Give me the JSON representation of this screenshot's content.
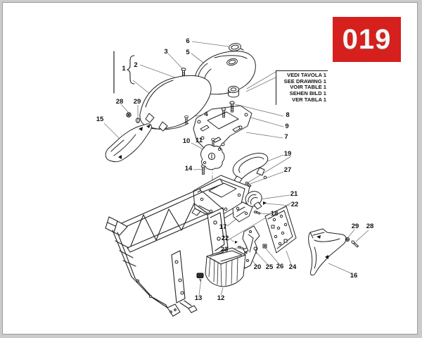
{
  "badge": {
    "number": "019"
  },
  "note_box": {
    "lines": [
      "VEDI TAVOLA 1",
      "SEE DRAWING 1",
      "VOIR TABLE 1",
      "SEHEN BILD 1",
      "VER TABLA 1"
    ]
  },
  "callouts": [
    "1",
    "2",
    "3",
    "6",
    "5",
    "28",
    "29",
    "15",
    "4",
    "8",
    "9",
    "7",
    "10",
    "11",
    "19",
    "14",
    "27",
    "21",
    "22",
    "18",
    "17",
    "22",
    "23",
    "20",
    "25",
    "26",
    "24",
    "13",
    "12",
    "29",
    "28",
    "16"
  ],
  "colors": {
    "badge_background": "#d6201e",
    "badge_text": "#f6f6f6",
    "drawing_line": "#232323",
    "leader_line": "#787878",
    "page_border": "#9d9d9d"
  }
}
